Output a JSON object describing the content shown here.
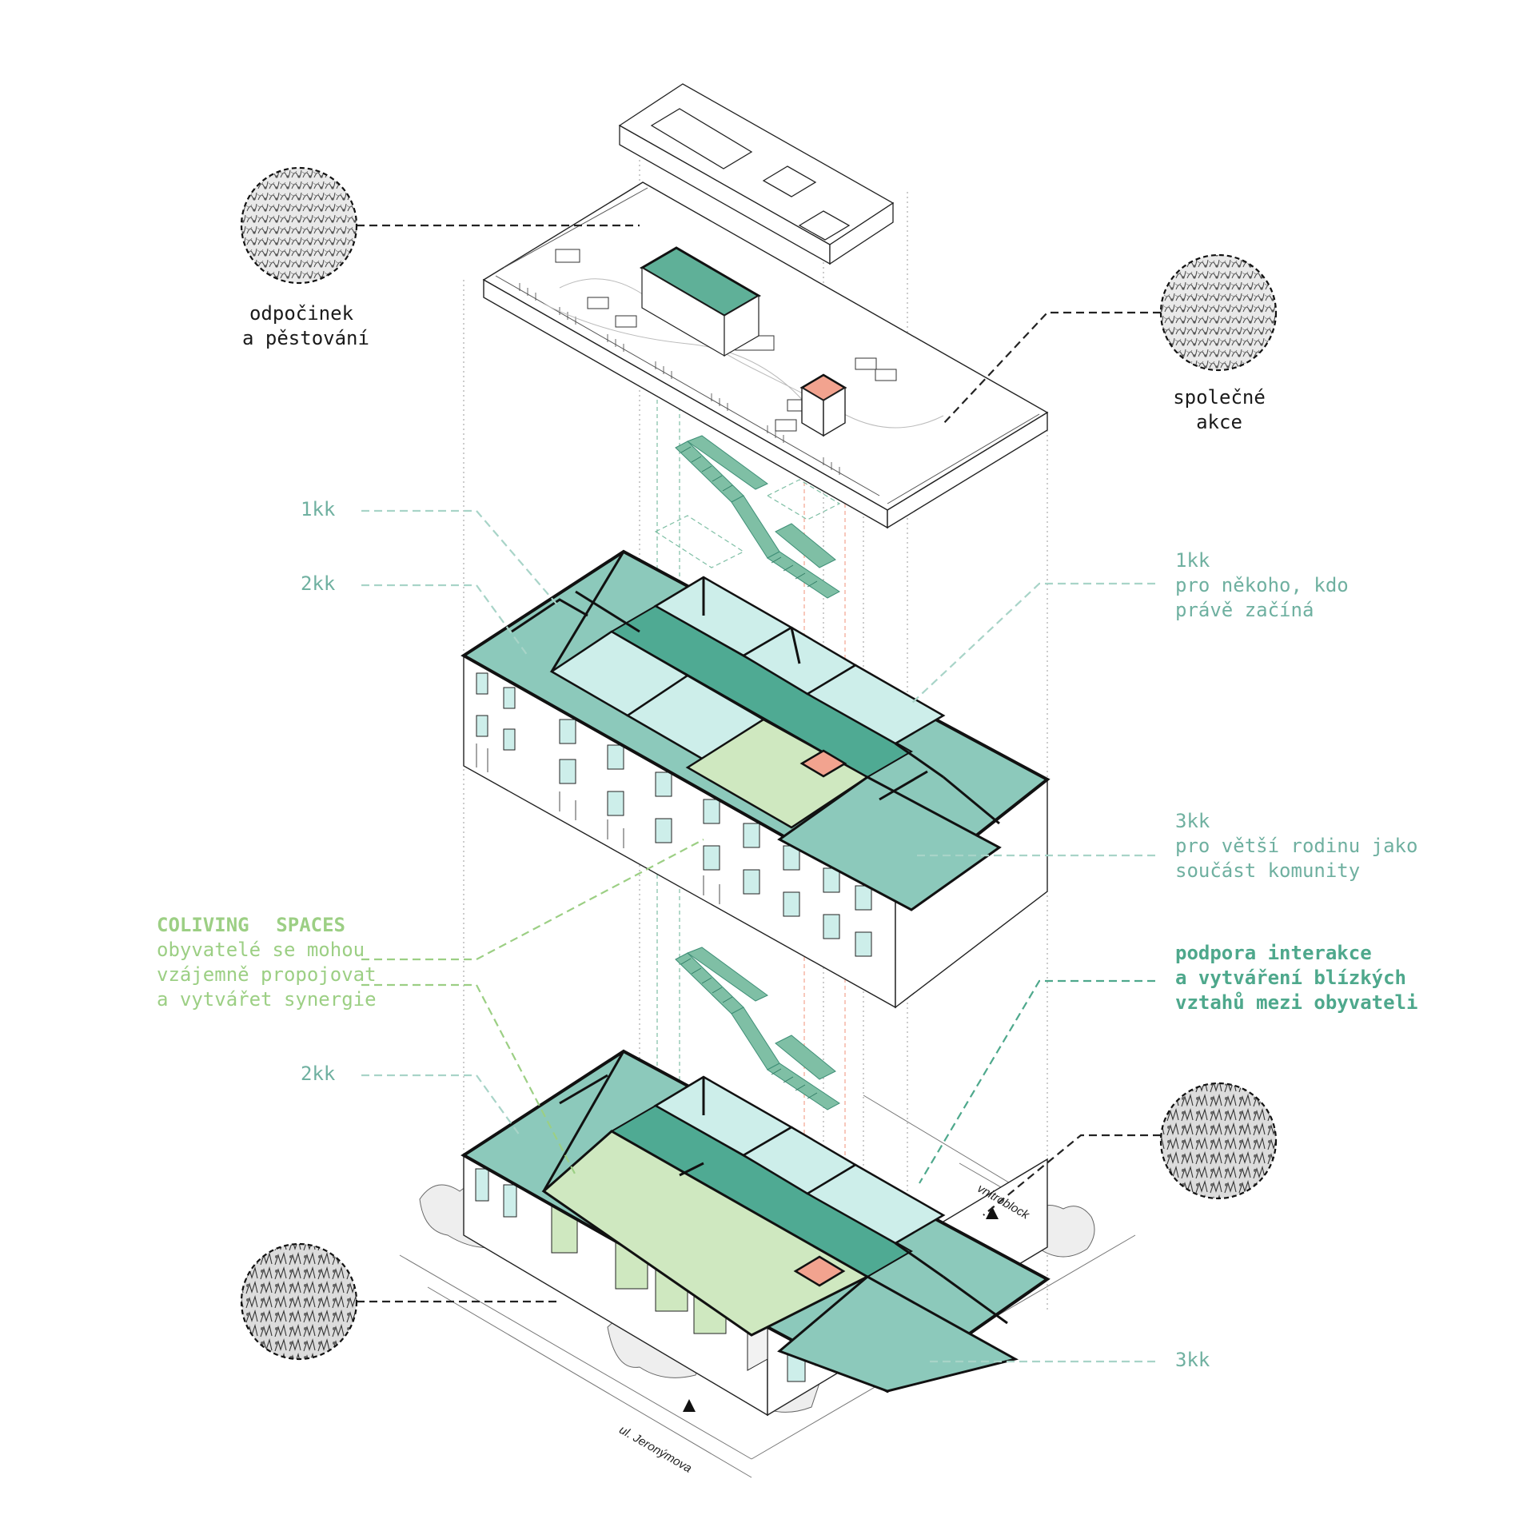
{
  "labels": {
    "roof_left": [
      "odpočinek",
      "a pěstování"
    ],
    "roof_right": [
      "společné",
      "akce"
    ],
    "upper_1kk": "1kk",
    "upper_2kk": "2kk",
    "right_1kk": [
      "1kk",
      "pro někoho, kdo",
      "právě začíná"
    ],
    "right_3kk": [
      "3kk",
      "pro větší rodinu jako",
      "součást komunity"
    ],
    "coliving_title": "COLIVING SPACES",
    "coliving_lines": [
      "obyvatelé se mohou",
      "vzájemně propojovat",
      "a vytvářet synergie"
    ],
    "support_lines": [
      "podpora interakce",
      "a vytváření blízkých",
      "vztahů mezi obyvateli"
    ],
    "lower_2kk": "2kk",
    "lower_3kk": "3kk",
    "street": "ul. Jeronýmova",
    "courtyard": "vnitroblock"
  },
  "colors": {
    "teal_label": "#6fb0a0",
    "green_label": "#9ccf84",
    "support_label": "#4ea88c",
    "unit_fill": "#8cc9bb",
    "corridor_fill": "#4faa93",
    "light_fill": "#cdeeea",
    "common_fill": "#cfe8c0",
    "stair_green": "#7fbfa5",
    "core_salmon": "#f2a38f"
  },
  "icons": [
    "north-arrow-icon",
    "vegetation-thumbnail-icon"
  ]
}
